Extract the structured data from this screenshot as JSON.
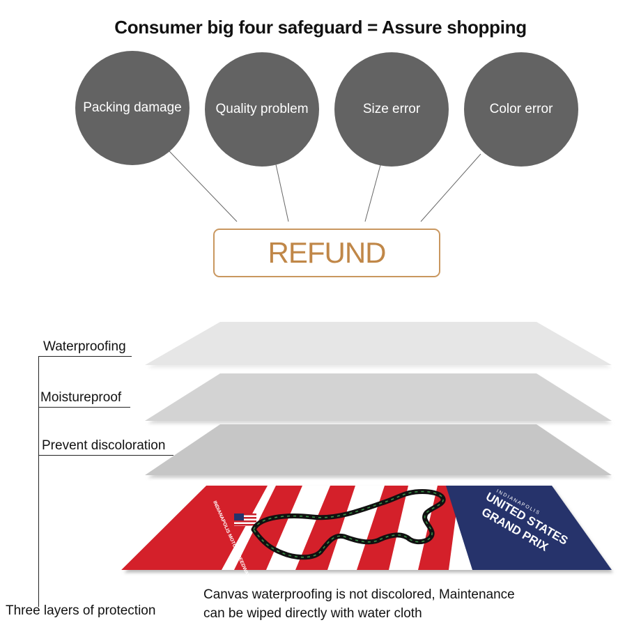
{
  "header": {
    "title": "Consumer big four safeguard = Assure shopping"
  },
  "guarantees": [
    {
      "label": "Packing  damage"
    },
    {
      "label": "Quality  problem"
    },
    {
      "label": "Size  error"
    },
    {
      "label": "Color  error"
    }
  ],
  "refund": {
    "label": "REFUND"
  },
  "protection": {
    "layers": [
      {
        "label": "Waterproofing"
      },
      {
        "label": "Moistureproof"
      },
      {
        "label": "Prevent  discoloration"
      }
    ],
    "summary": "Three layers of protection",
    "caption_line1": "Canvas  waterproofing  is  not  discolored,  Maintenance",
    "caption_line2": "can  be  wiped  directly  with  water  cloth"
  },
  "poster": {
    "city": "I N D I A N A P O L I S",
    "title_line1": "UNITED STATES",
    "title_line2": "GRAND PRIX",
    "track_name": "INDIANAPOLIS MOTOR SPEEDWAY"
  },
  "colors": {
    "circle": "#636363",
    "refund_accent": "#c08748",
    "poster_red": "#d4202a",
    "poster_navy": "#26336b"
  }
}
